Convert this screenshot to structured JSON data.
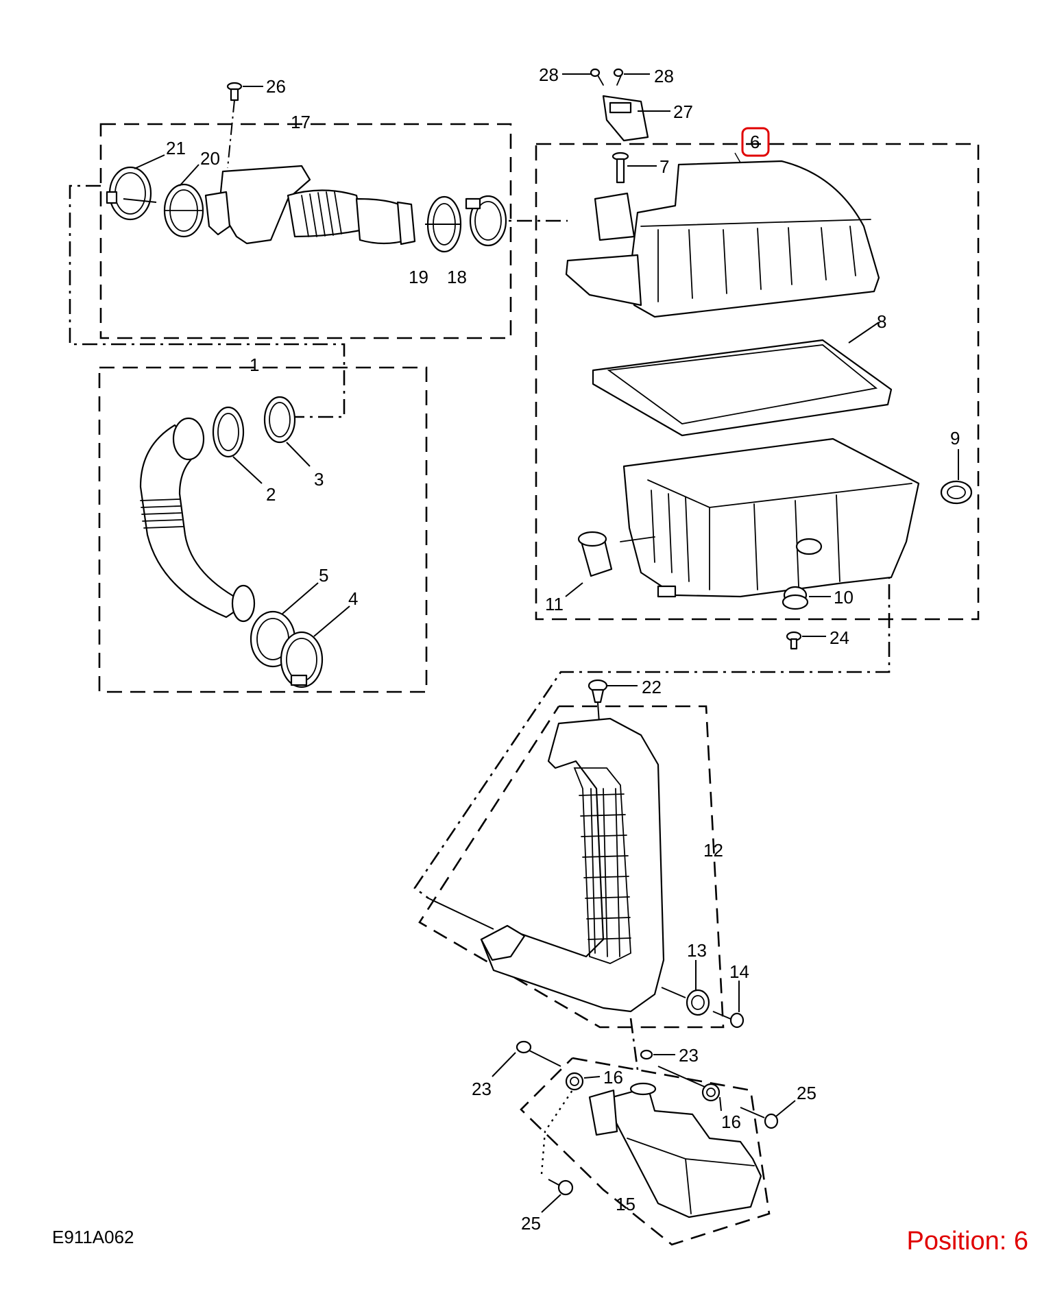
{
  "diagram": {
    "code": "E911A062",
    "position_text": "Position: 6",
    "highlight_color": "#e00000"
  },
  "labels": {
    "l1": "1",
    "l2": "2",
    "l3": "3",
    "l4": "4",
    "l5": "5",
    "l6": "6",
    "l7": "7",
    "l8": "8",
    "l9": "9",
    "l10": "10",
    "l11": "11",
    "l12": "12",
    "l13": "13",
    "l14": "14",
    "l15": "15",
    "l16a": "16",
    "l16b": "16",
    "l17": "17",
    "l18": "18",
    "l19": "19",
    "l20": "20",
    "l21": "21",
    "l22": "22",
    "l23a": "23",
    "l23b": "23",
    "l24": "24",
    "l25a": "25",
    "l25b": "25",
    "l26": "26",
    "l27": "27",
    "l28a": "28",
    "l28b": "28"
  }
}
